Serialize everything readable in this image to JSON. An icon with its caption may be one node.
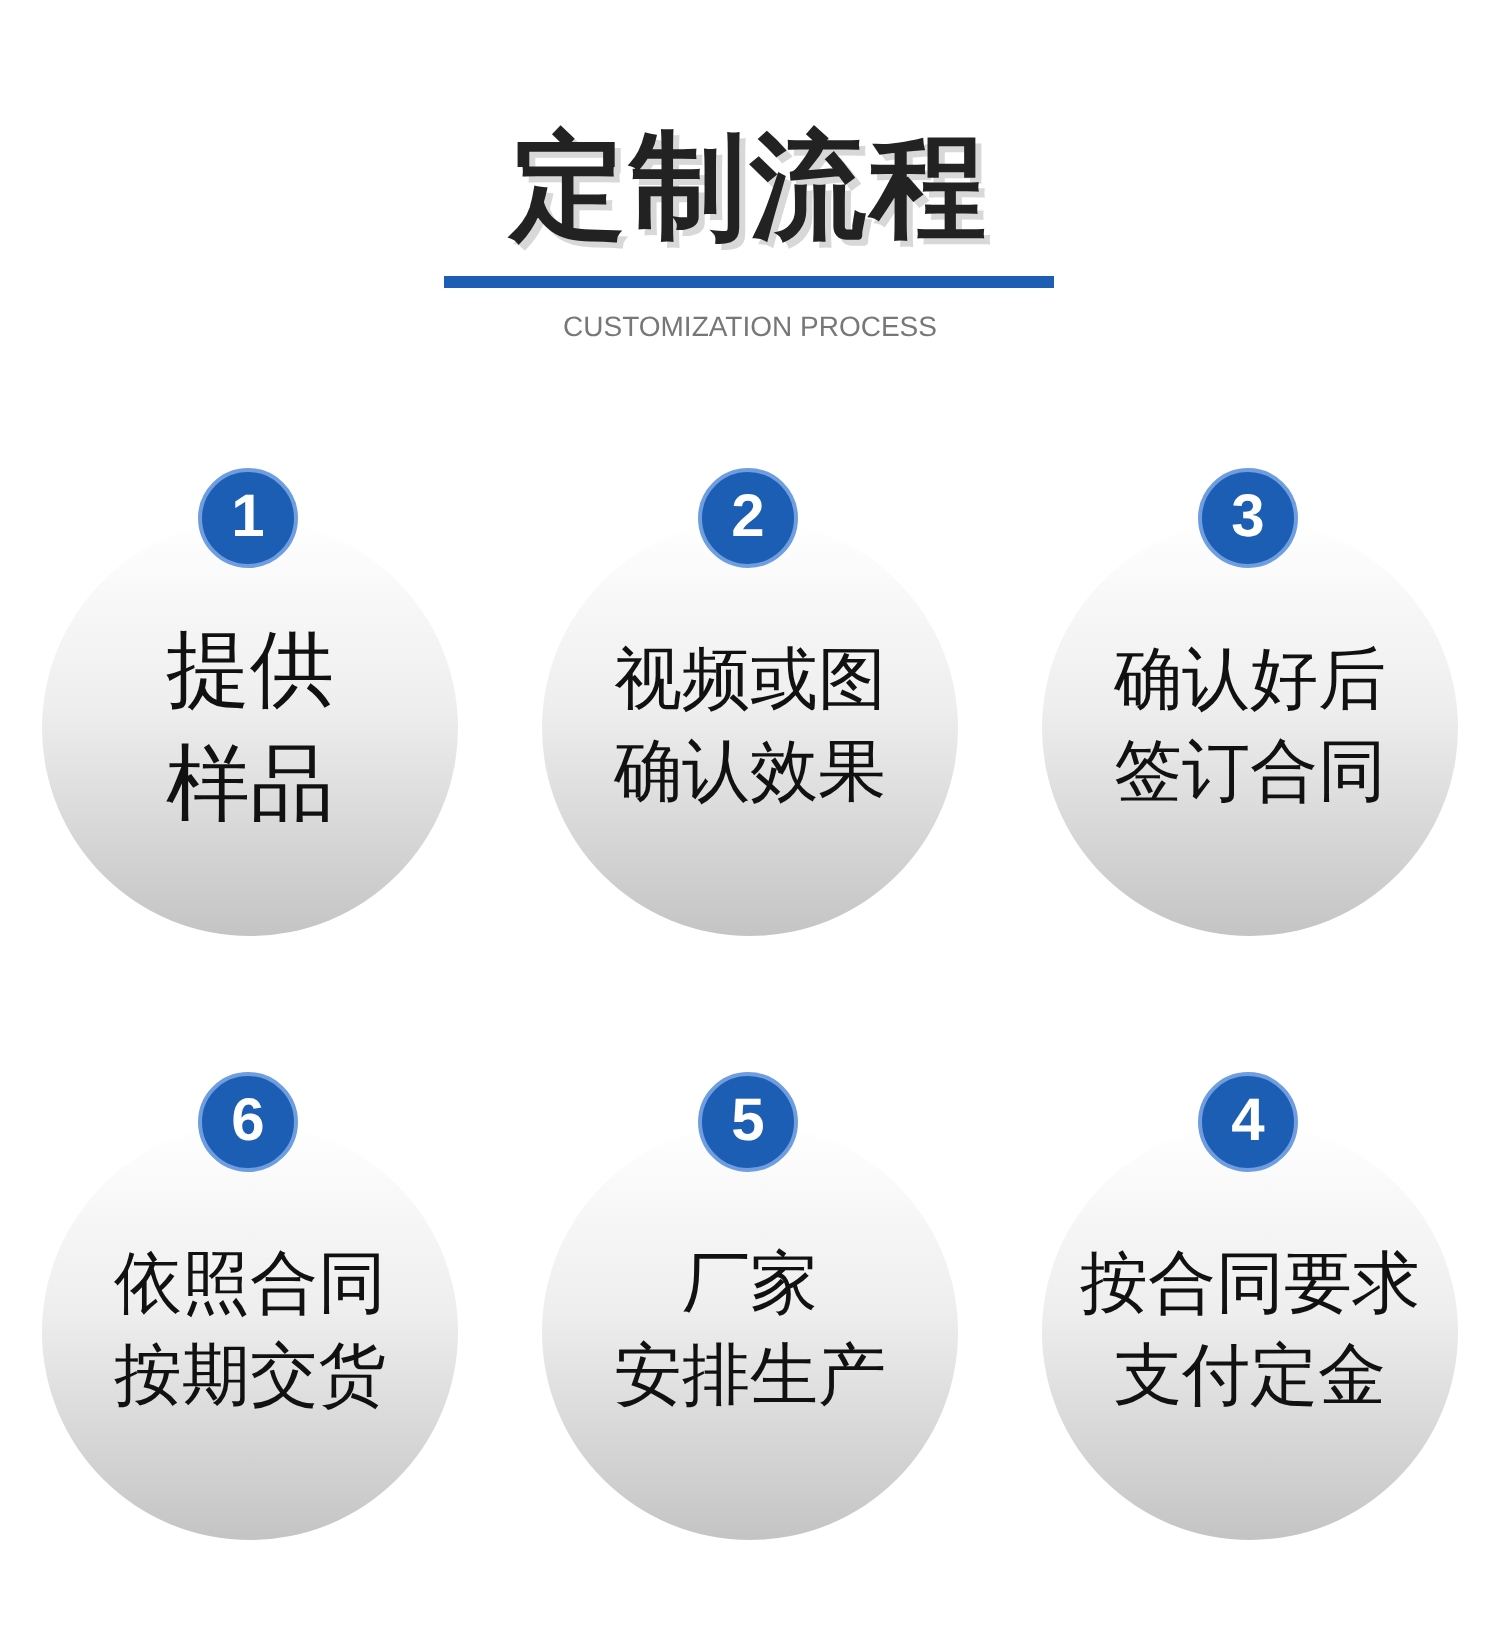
{
  "diagram": {
    "title": "定制流程",
    "nodes": [
      {
        "text": [
          "1",
          "提供样品"
        ]
      },
      {
        "text": [
          "2",
          "视频或图确认效果"
        ]
      },
      {
        "text": [
          "3",
          "确认好后签订合同"
        ]
      },
      {
        "text": [
          "6",
          "依照合同按期交货"
        ]
      },
      {
        "text": [
          "5",
          "厂家",
          "安排生产"
        ]
      },
      {
        "text": [
          "4",
          "按合同要求支付定金"
        ]
      }
    ],
    "labels": [
      "CUSTOMIZATION PROCESS"
    ]
  }
}
